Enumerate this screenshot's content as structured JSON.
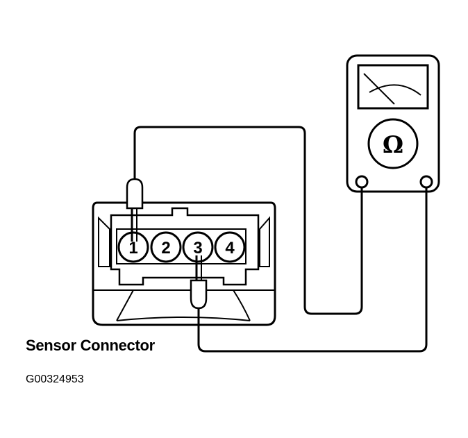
{
  "caption": "Sensor Connector",
  "figure_id": "G00324953",
  "meter": {
    "symbol": "Ω"
  },
  "connector": {
    "pins": [
      "1",
      "2",
      "3",
      "4"
    ]
  }
}
